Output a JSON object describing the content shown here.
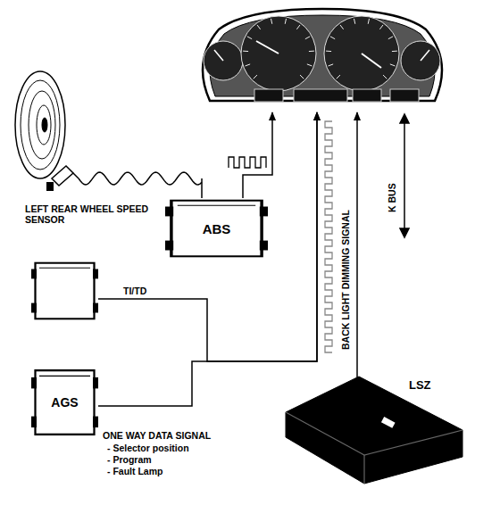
{
  "diagram": {
    "nodes": [
      {
        "text": []
      },
      {
        "text": [
          "ABS"
        ]
      },
      {
        "text": []
      },
      {
        "text": [
          "AGS"
        ]
      },
      {
        "text": [
          "LSZ"
        ]
      }
    ],
    "edges": [
      {
        "from": 1,
        "to": 0,
        "arrow": "to"
      },
      {
        "from": 2,
        "to": 0,
        "label": "TI/TD",
        "arrow": "to"
      },
      {
        "from": 3,
        "to": 0,
        "arrow": "to"
      },
      {
        "from": 4,
        "to": 0,
        "arrow": "to"
      }
    ],
    "labels": [
      "LEFT REAR WHEEL SPEED SENSOR",
      "ONE WAY DATA SIGNAL",
      "- Selector position",
      "- Program",
      "- Fault Lamp",
      "BACK LIGHT DIMMING SIGNAL",
      "K BUS"
    ]
  }
}
